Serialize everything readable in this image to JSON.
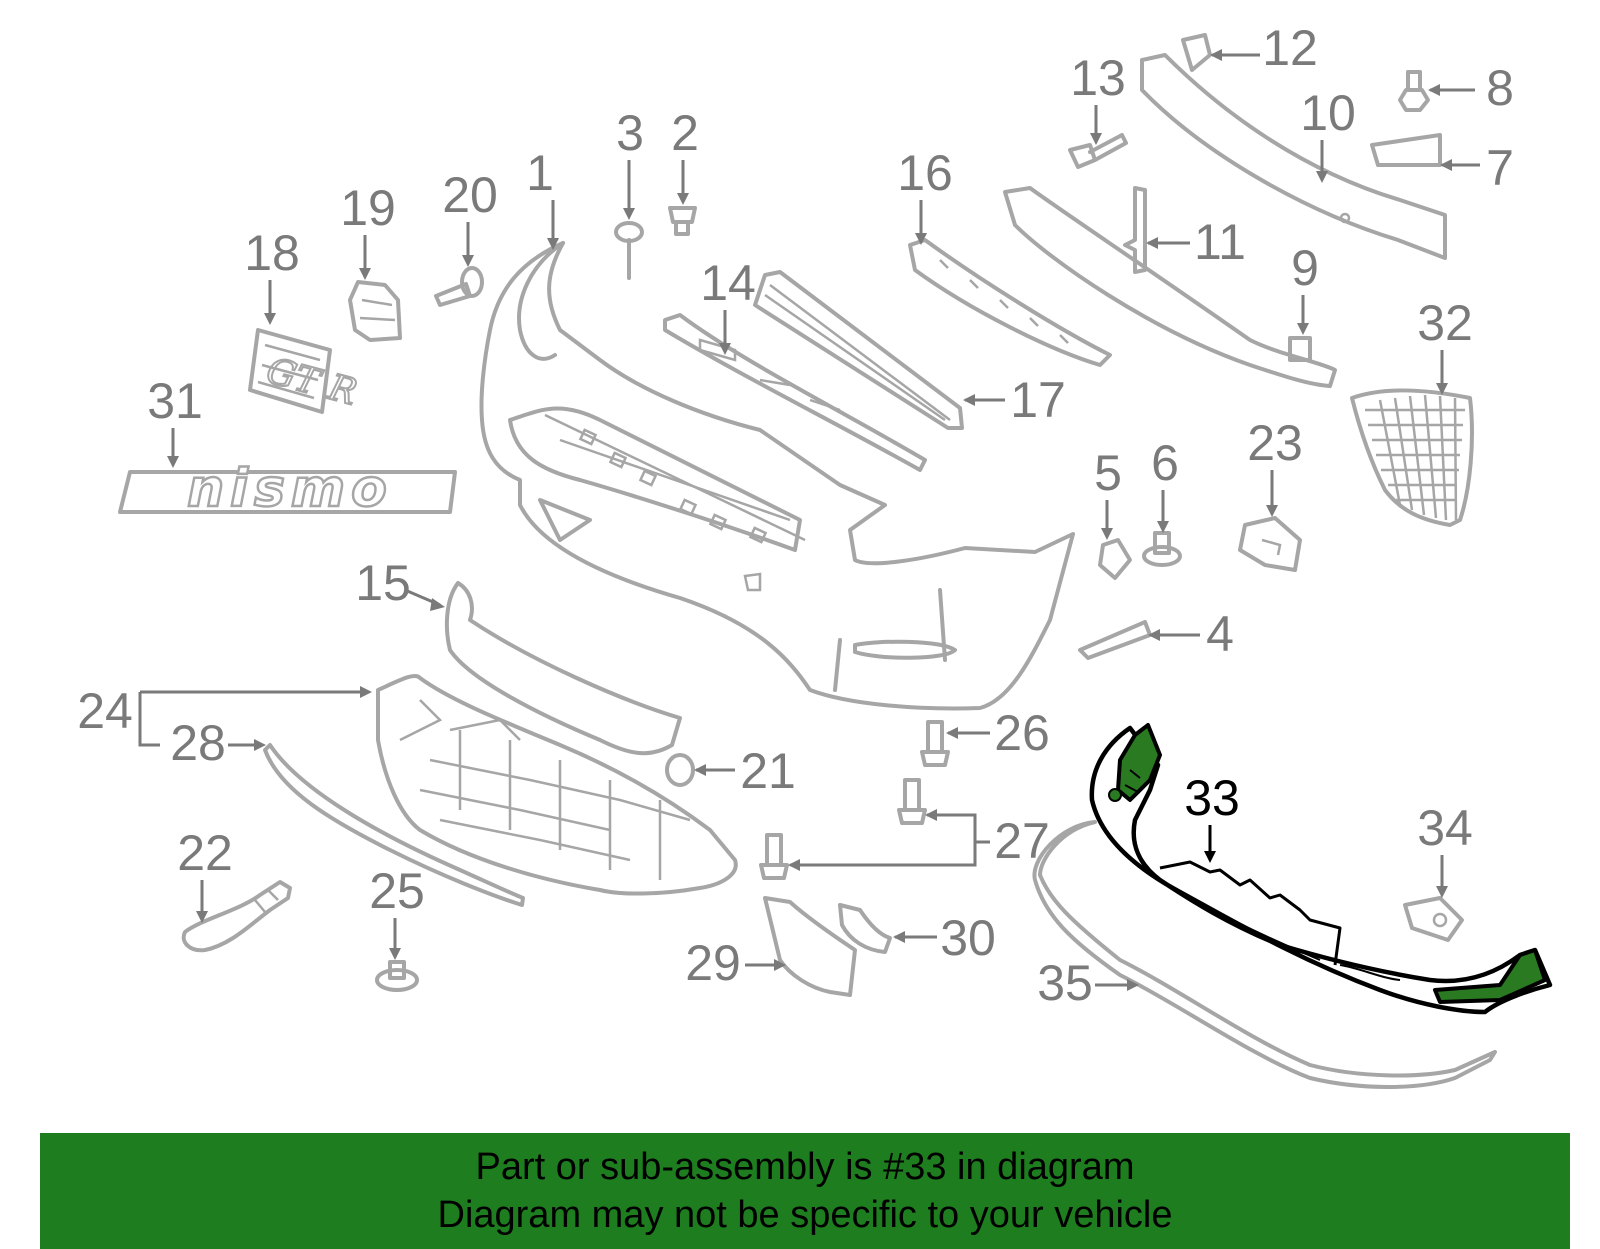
{
  "highlight_color": "#2a7a22",
  "banner_color": "#1e7d1e",
  "callouts": {
    "c1": "1",
    "c2": "2",
    "c3": "3",
    "c4": "4",
    "c5": "5",
    "c6": "6",
    "c7": "7",
    "c8": "8",
    "c9": "9",
    "c10": "10",
    "c11": "11",
    "c12": "12",
    "c13": "13",
    "c14": "14",
    "c15": "15",
    "c16": "16",
    "c17": "17",
    "c18": "18",
    "c19": "19",
    "c20": "20",
    "c21": "21",
    "c22": "22",
    "c23": "23",
    "c24": "24",
    "c25": "25",
    "c26": "26",
    "c27": "27",
    "c28": "28",
    "c29": "29",
    "c30": "30",
    "c31": "31",
    "c32": "32",
    "c33": "33",
    "c34": "34",
    "c35": "35"
  },
  "emblem_text": "nismo",
  "banner": {
    "line1": "Part or sub-assembly is #33 in diagram",
    "line2": "Diagram may not be specific to your vehicle"
  }
}
